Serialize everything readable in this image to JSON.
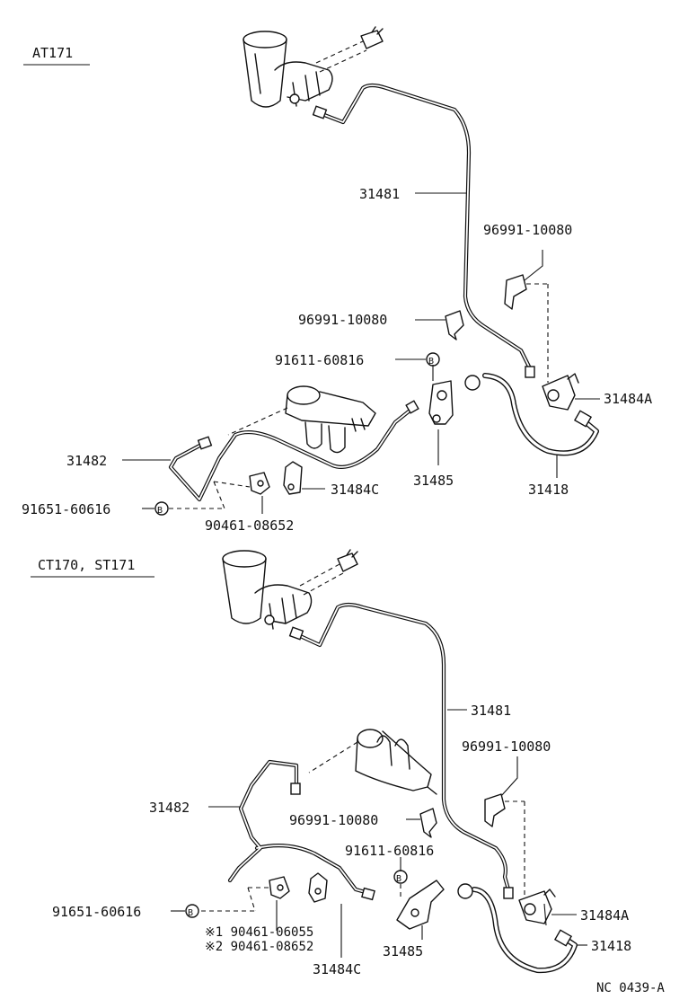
{
  "sections": [
    {
      "model": "AT171",
      "labels": {
        "pipe_main": "31481",
        "clip_right": "96991-10080",
        "clip_mid": "96991-10080",
        "bolt_b": "91611-60816",
        "bracket_a": "31484A",
        "pipe_lower": "31482",
        "bracket_c": "31484C",
        "bracket_485": "31485",
        "hose": "31418",
        "bolt_ref": "91651-60616",
        "clip_bottom": "90461-08652"
      }
    },
    {
      "model": "CT170, ST171",
      "labels": {
        "pipe_main": "31481",
        "clip_right": "96991-10080",
        "pipe_lower": "31482",
        "clip_mid": "96991-10080",
        "bolt_b": "91611-60816",
        "bracket_a": "31484A",
        "hose": "31418",
        "bolt_ref": "91651-60616",
        "clip_star1": "※1 90461-06055",
        "clip_star2": "※2 90461-08652",
        "bracket_485": "31485",
        "bracket_c": "31484C"
      }
    }
  ],
  "reference_marker": "B",
  "figure_code": "NC 0439-A"
}
